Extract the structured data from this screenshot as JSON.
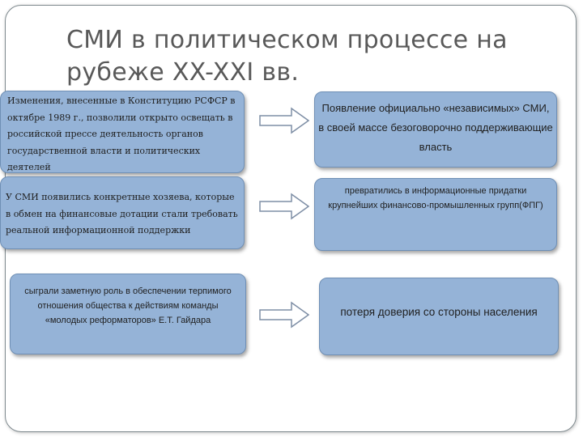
{
  "slide": {
    "title": "СМИ в политическом процессе на рубеже XX-XXI вв.",
    "rows": [
      {
        "left": "Изменения, внесенные в Конституцию РСФСР в октябре 1989 г., позволили открыто освещать в российской прессе деятельность органов государственной власти и политических деятелей",
        "right": "Появление официально «независимых» СМИ, в своей массе безоговорочно поддерживающие власть"
      },
      {
        "left": "У СМИ появились конкретные хозяева, которые в обмен на финансовые дотации стали требовать реальной информационной поддержки",
        "right": "превратились в информационные придатки крупнейших финансово-промышленных групп(ФПГ)"
      },
      {
        "left": "сыграли заметную роль в обеспечении терпимого отношения общества к действиям команды «молодых реформаторов» Е.Т. Гайдара",
        "right": "потеря доверия со стороны населения"
      }
    ]
  },
  "colors": {
    "box_fill": "#95b3d7",
    "box_border": "#6f8fb5",
    "arrow_fill": "#ffffff",
    "arrow_stroke": "#7f8fa6",
    "title": "#595959"
  },
  "icons": {
    "connector": "right-arrow-icon"
  }
}
